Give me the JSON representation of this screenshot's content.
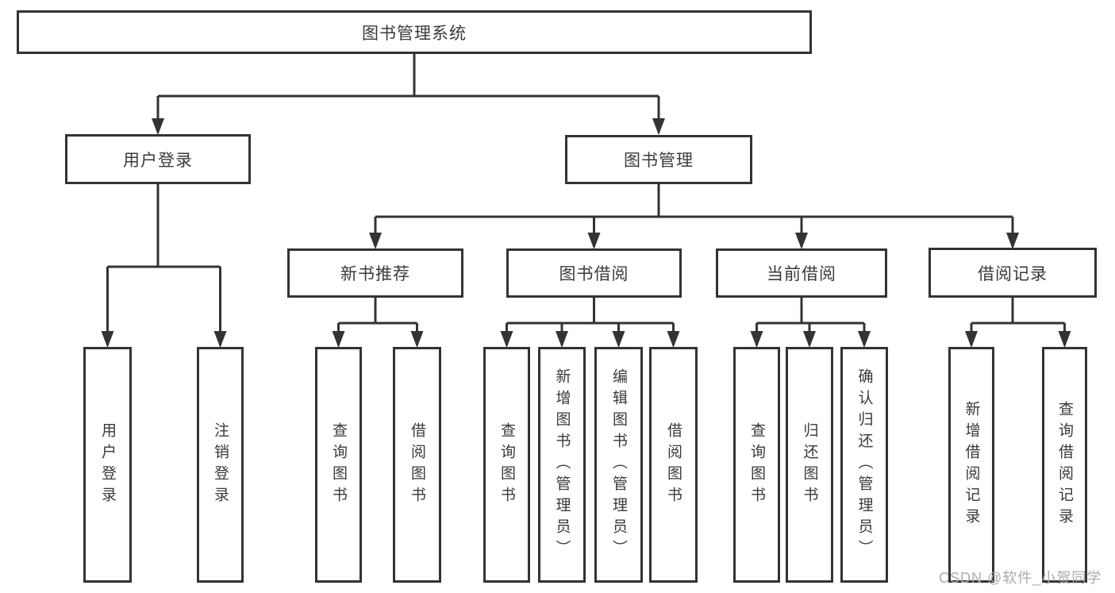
{
  "diagram": {
    "title_node": "图书管理系统",
    "colors": {
      "line": "#333333",
      "box_border": "#333333",
      "text": "#3a3a3a",
      "watermark": "#a7acb6",
      "background": "#ffffff"
    },
    "nodes": {
      "root": {
        "label": "图书管理系统"
      },
      "branches": [
        {
          "label": "用户登录"
        },
        {
          "label": "图书管理"
        }
      ],
      "sections": [
        {
          "label": "新书推荐"
        },
        {
          "label": "图书借阅"
        },
        {
          "label": "当前借阅"
        },
        {
          "label": "借阅记录"
        }
      ],
      "leaves": [
        {
          "label": "用户登录"
        },
        {
          "label": "注销登录"
        },
        {
          "label": "查询图书"
        },
        {
          "label": "借阅图书"
        },
        {
          "label": "查询图书"
        },
        {
          "label": "新增图书（管理员）"
        },
        {
          "label": "编辑图书（管理员）"
        },
        {
          "label": "借阅图书"
        },
        {
          "label": "查询图书"
        },
        {
          "label": "归还图书"
        },
        {
          "label": "确认归还（管理员）"
        },
        {
          "label": "新增借阅记录"
        },
        {
          "label": "查询借阅记录"
        }
      ]
    },
    "hierarchy_note": {
      "用户登录": [
        "用户登录",
        "注销登录"
      ],
      "新书推荐": [
        "查询图书",
        "借阅图书"
      ],
      "图书借阅": [
        "查询图书",
        "新增图书（管理员）",
        "编辑图书（管理员）",
        "借阅图书"
      ],
      "当前借阅": [
        "查询图书",
        "归还图书",
        "确认归还（管理员）"
      ],
      "借阅记录": [
        "新增借阅记录",
        "查询借阅记录"
      ]
    }
  },
  "watermark": {
    "text": "CSDN @软件_小贺同学"
  }
}
